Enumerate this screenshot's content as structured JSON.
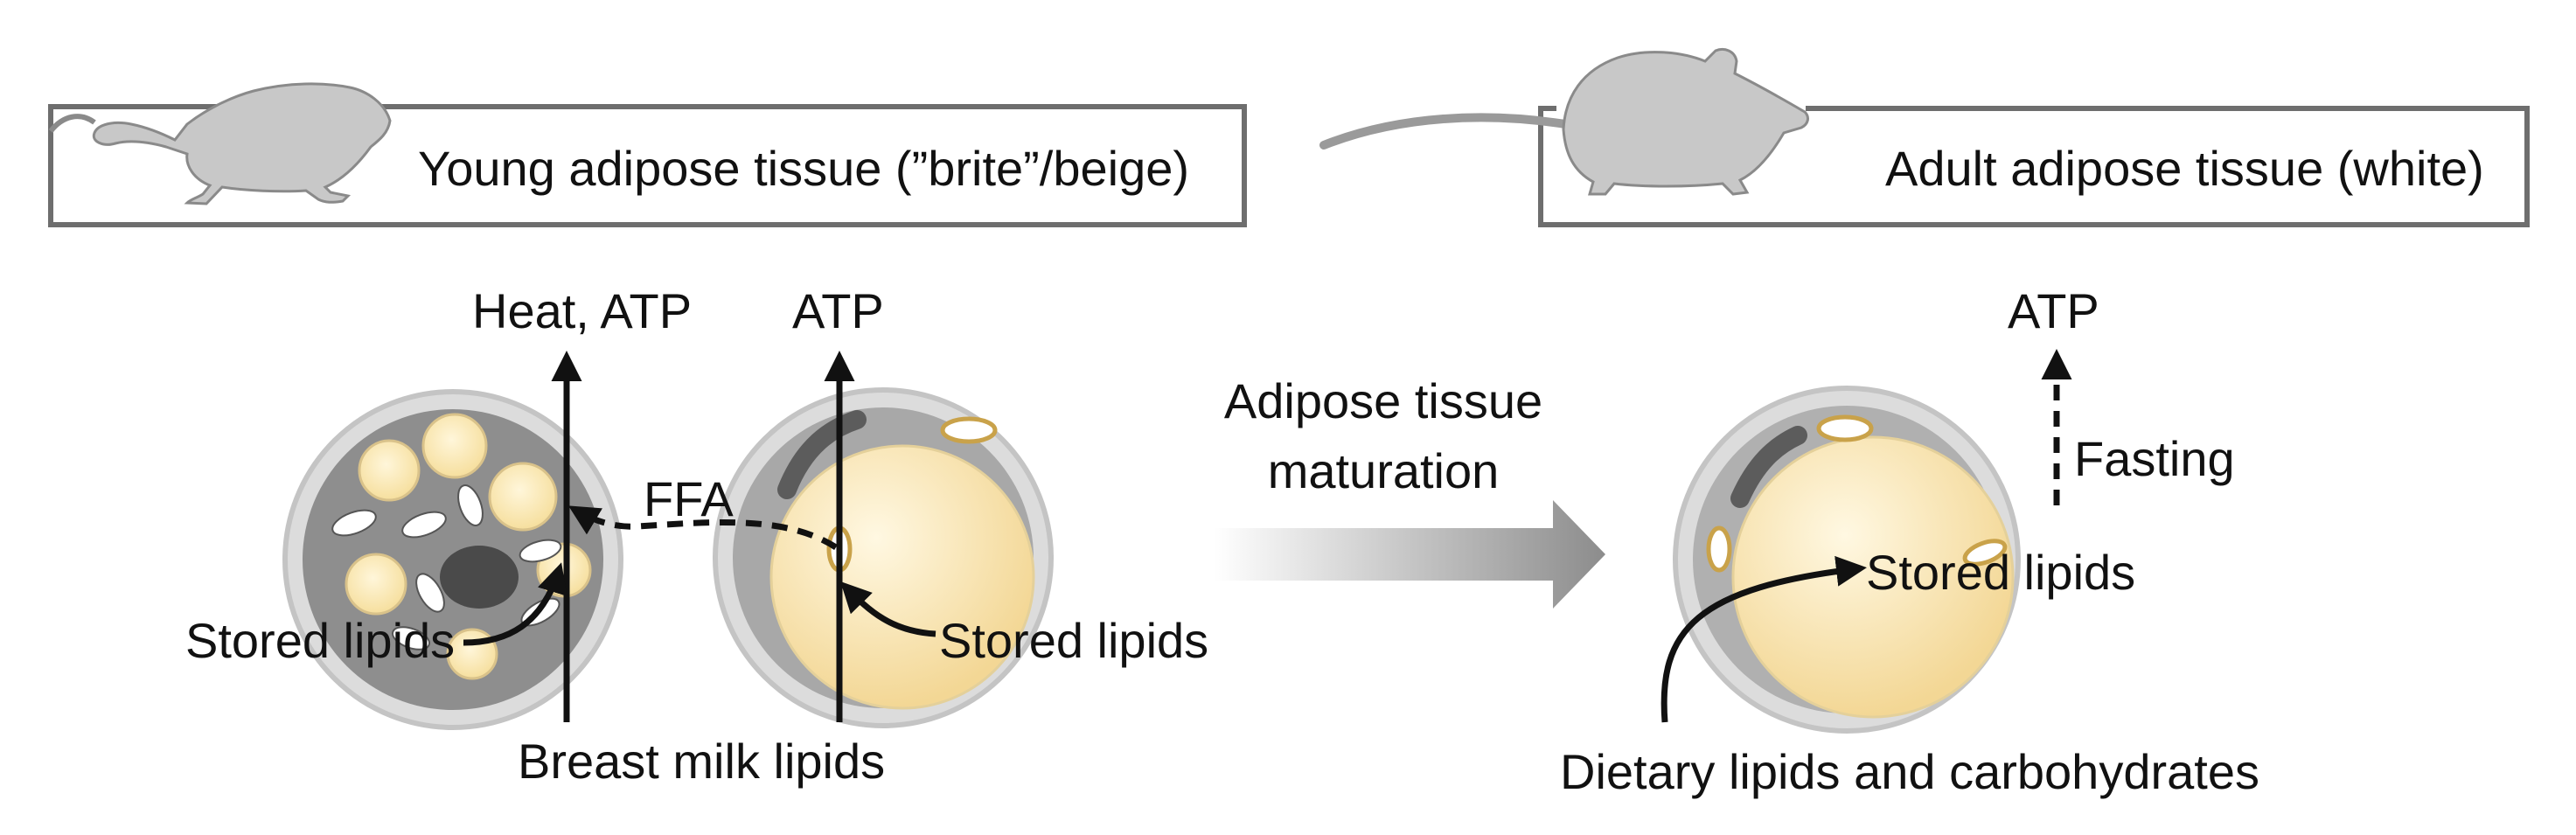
{
  "panels": {
    "young": {
      "title": "Young adipose tissue (”brite”/beige)"
    },
    "adult": {
      "title": "Adult adipose tissue (white)"
    }
  },
  "young_diagram": {
    "heat_atp": "Heat, ATP",
    "atp": "ATP",
    "ffa": "FFA",
    "stored_lipids_brown": "Stored lipids",
    "stored_lipids_white": "Stored lipids",
    "breast_milk": "Breast milk lipids"
  },
  "transition": {
    "line1": "Adipose tissue",
    "line2": "maturation"
  },
  "adult_diagram": {
    "atp": "ATP",
    "fasting": "Fasting",
    "stored_lipids": "Stored lipids",
    "dietary": "Dietary lipids and carbohydrates"
  },
  "colors": {
    "panel_border": "#6e6e6e",
    "animal": "#c8c8c8",
    "cell_outer": "#d9d9d9",
    "cytoplasm": "#8a8a8a",
    "lipid": "#fbe8b4",
    "nucleus": "#4a4a4a",
    "mito_ring": "#c9a24a"
  }
}
